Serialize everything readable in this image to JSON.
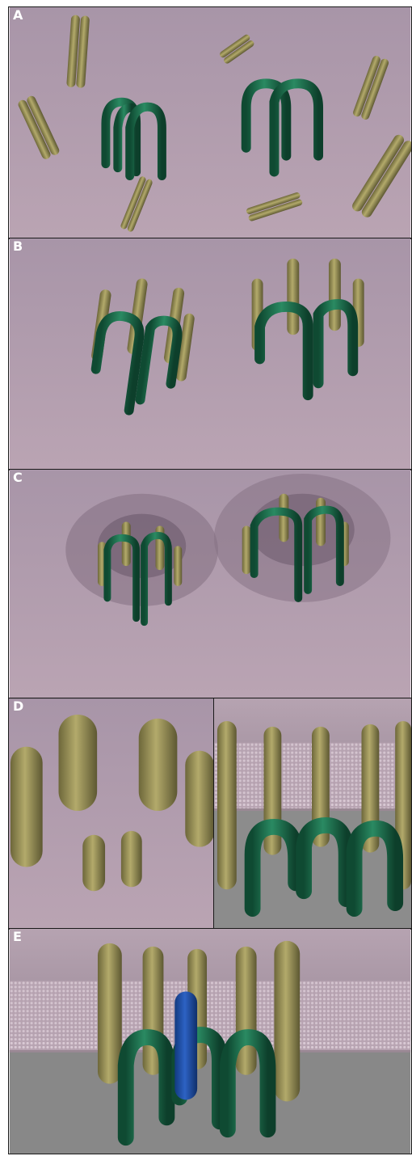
{
  "panels": [
    {
      "label": "A"
    },
    {
      "label": "B"
    },
    {
      "label": "C"
    },
    {
      "label": "D"
    },
    {
      "label": "E"
    }
  ],
  "colors": {
    "background": "#b59fb1",
    "green_rod": "#1e6b4a",
    "yellow_rod": "#8e8650",
    "blue_rod": "#1f4fa6",
    "membrane": "#cbb7c4",
    "below_membrane": "#8a8a8a"
  }
}
